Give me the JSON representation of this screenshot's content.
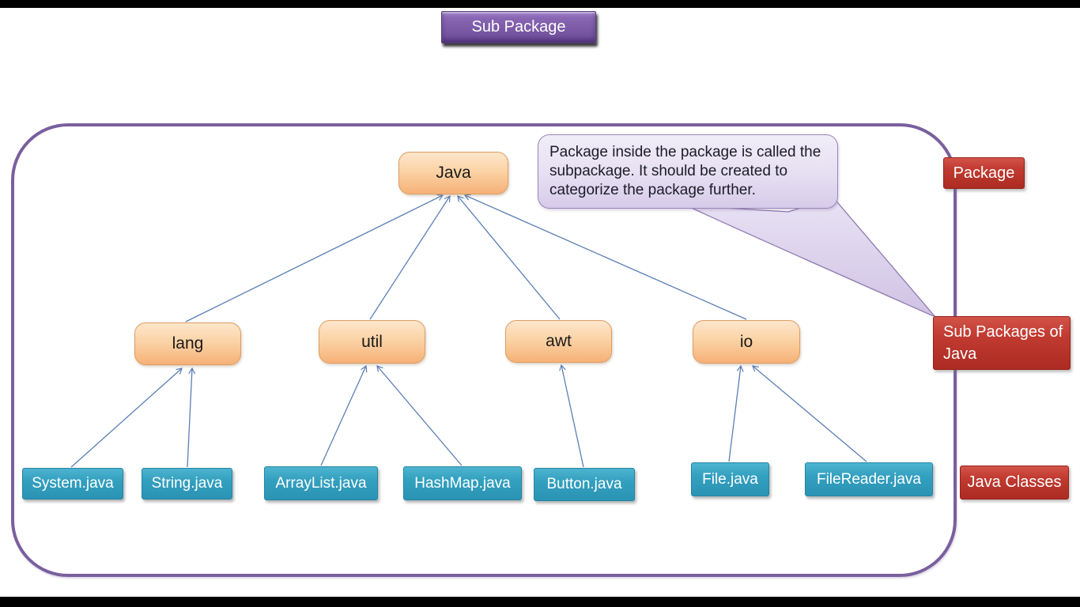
{
  "title_banner": {
    "label": "Sub Package"
  },
  "callout": {
    "text": "Package inside the package is called the subpackage. It should be created to categorize the package further."
  },
  "tree": {
    "root": {
      "label": "Java"
    },
    "packages": [
      {
        "label": "lang"
      },
      {
        "label": "util"
      },
      {
        "label": "awt"
      },
      {
        "label": "io"
      }
    ],
    "classes": [
      {
        "label": "System.java"
      },
      {
        "label": "String.java"
      },
      {
        "label": "ArrayList.java"
      },
      {
        "label": "HashMap.java"
      },
      {
        "label": "Button.java"
      },
      {
        "label": "File.java"
      },
      {
        "label": "FileReader.java"
      }
    ]
  },
  "side_labels": [
    {
      "label": "Package"
    },
    {
      "label": "Sub Packages of Java"
    },
    {
      "label": "Java Classes"
    }
  ],
  "colors": {
    "banner_purple": "#7b5aa6",
    "frame_purple": "#7a5f9e",
    "package_orange": "#f6b177",
    "class_teal": "#2b93b3",
    "label_red": "#c23b31",
    "connector_blue": "#5b7fb5",
    "callout_lavender": "#e6dff2"
  }
}
